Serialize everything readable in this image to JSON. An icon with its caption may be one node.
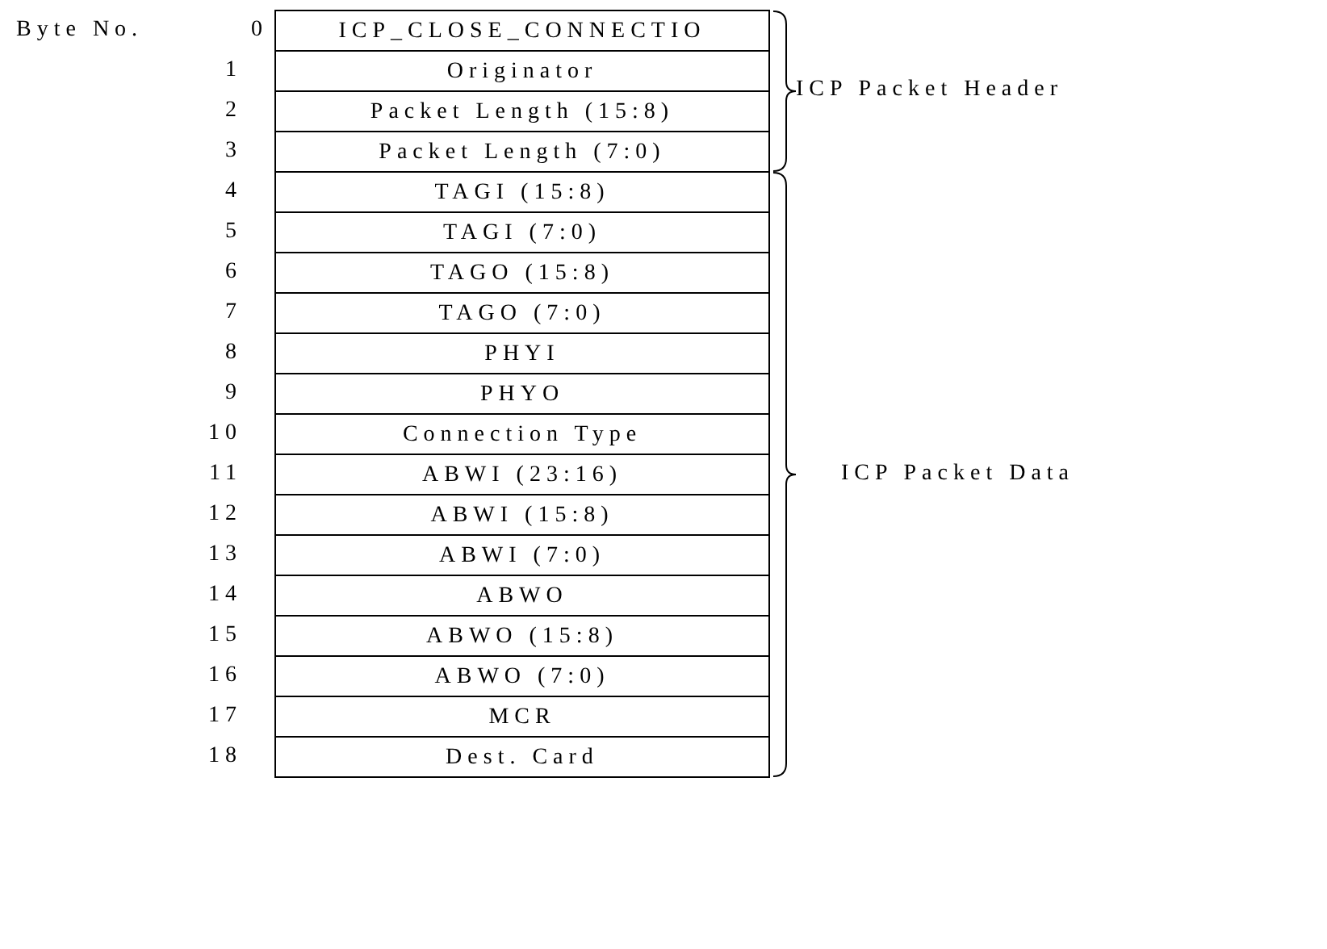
{
  "diagram": {
    "nodes": [
      {
        "text": [
          "ICP_CLOSE_CONNECTIO"
        ],
        "beside": [
          "0"
        ]
      },
      {
        "text": [
          "Originator"
        ],
        "beside": [
          "1"
        ]
      },
      {
        "text": [
          "Packet Length (15:8)"
        ],
        "beside": [
          "2"
        ]
      },
      {
        "text": [
          "Packet Length (7:0)"
        ],
        "beside": [
          "3"
        ]
      },
      {
        "text": [
          "TAGI (15:8)"
        ],
        "beside": [
          "4"
        ]
      },
      {
        "text": [
          "TAGI (7:0)"
        ],
        "beside": [
          "5"
        ]
      },
      {
        "text": [
          "TAGO (15:8)"
        ],
        "beside": [
          "6"
        ]
      },
      {
        "text": [
          "TAGO (7:0)"
        ],
        "beside": [
          "7"
        ]
      },
      {
        "text": [
          "PHYI"
        ],
        "beside": [
          "8"
        ]
      },
      {
        "text": [
          "PHYO"
        ],
        "beside": [
          "9"
        ]
      },
      {
        "text": [
          "Connection Type"
        ],
        "beside": [
          "10"
        ]
      },
      {
        "text": [
          "ABWI (23:16)"
        ],
        "beside": [
          "11"
        ]
      },
      {
        "text": [
          "ABWI (15:8)"
        ],
        "beside": [
          "12"
        ]
      },
      {
        "text": [
          "ABWI (7:0)"
        ],
        "beside": [
          "13"
        ]
      },
      {
        "text": [
          "ABWO"
        ],
        "beside": [
          "14"
        ]
      },
      {
        "text": [
          "ABWO (15:8)"
        ],
        "beside": [
          "15"
        ]
      },
      {
        "text": [
          "ABWO (7:0)"
        ],
        "beside": [
          "16"
        ]
      },
      {
        "text": [
          "MCR"
        ],
        "beside": [
          "17"
        ]
      },
      {
        "text": [
          "Dest. Card"
        ],
        "beside": [
          "18"
        ]
      }
    ],
    "labels": [
      "Byte No.",
      "ICP Packet Header",
      "ICP Packet Data"
    ]
  }
}
